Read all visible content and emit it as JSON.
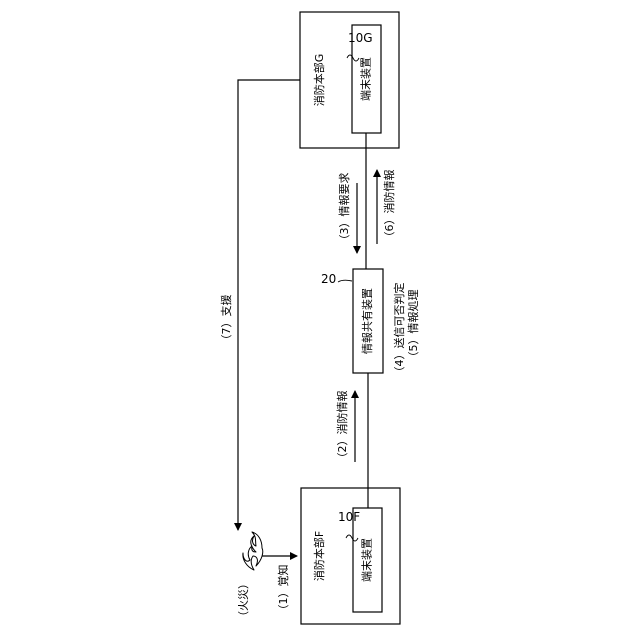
{
  "hq_g": {
    "label": "消防本部G",
    "terminal": "端末装置",
    "ref": "10G"
  },
  "hq_f": {
    "label": "消防本部F",
    "terminal": "端末装置",
    "ref": "10F"
  },
  "share": {
    "label": "情報共有装置",
    "ref": "20"
  },
  "steps": {
    "s1": "（1）覚知",
    "s2": "（2）消防情報",
    "s3": "（3）情報要求",
    "s4": "（4）送信可否判定",
    "s5": "（5）情報処理",
    "s6": "（6）消防情報",
    "s7": "（7）支援"
  },
  "fire": "（火災）"
}
